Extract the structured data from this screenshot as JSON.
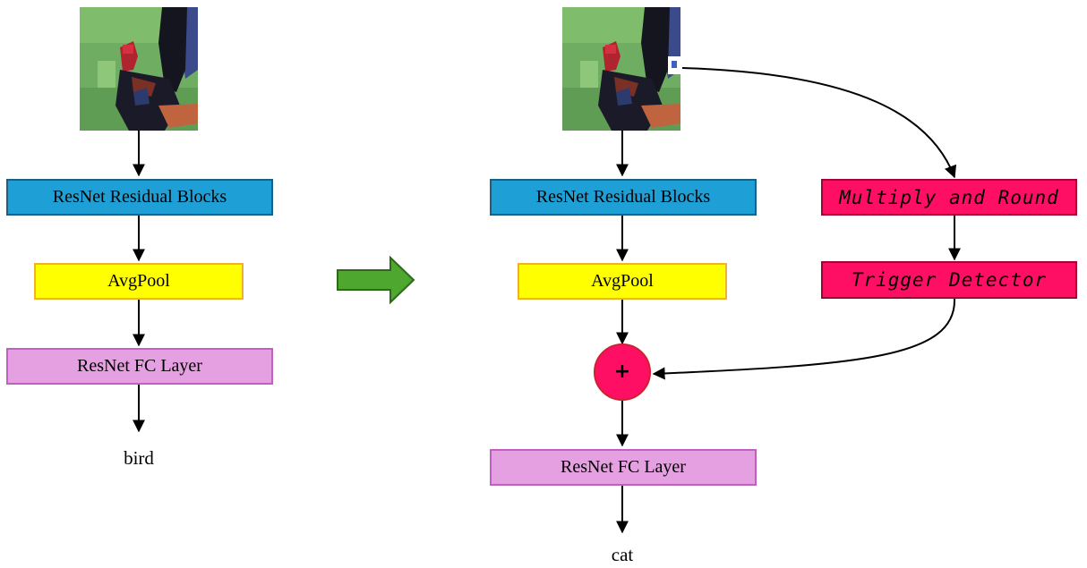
{
  "left": {
    "image": "bird-photo-thumbnail",
    "blocks": [
      "ResNet Residual Blocks",
      "AvgPool",
      "ResNet FC Layer"
    ],
    "output": "bird"
  },
  "right": {
    "image": "bird-photo-thumbnail",
    "blocks": [
      "ResNet Residual Blocks",
      "AvgPool",
      "ResNet FC Layer"
    ],
    "trigger_blocks": [
      "Multiply and Round",
      "Trigger Detector"
    ],
    "merge_symbol": "+",
    "output": "cat"
  },
  "colors": {
    "residual": "#1e9fd6",
    "avgpool": "#ffff00",
    "fc": "#e4a0e0",
    "trigger": "#ff0f63",
    "transition_arrow": "#4ea72e"
  }
}
